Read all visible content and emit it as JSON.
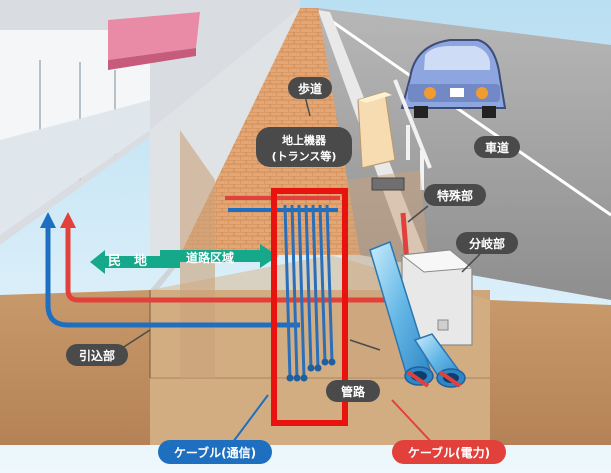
{
  "labels": {
    "sidewalk": "歩道",
    "ground_equipment_line1": "地上機器",
    "ground_equipment_line2": "(トランス等)",
    "roadway": "車道",
    "special_section": "特殊部",
    "branch_section": "分岐部",
    "private_land": "民　地",
    "road_area": "道路区域",
    "service_entrance": "引込部",
    "conduit": "管路",
    "cable_telecom": "ケーブル(通信)",
    "cable_power": "ケーブル(電力)"
  },
  "colors": {
    "telecom_blue": "#1f6fc0",
    "power_red": "#e2403a",
    "highlight_red": "#e8130f",
    "label_dark": "#4a4a4a",
    "private_land_arrow": "#15a88a"
  }
}
